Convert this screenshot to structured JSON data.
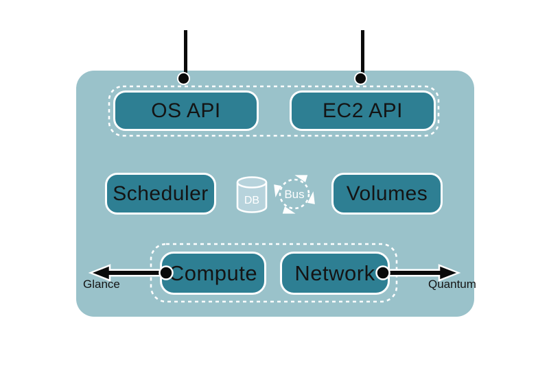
{
  "colors": {
    "canvas": "#ffffff",
    "container_bg": "#9ac2ca",
    "node_bg": "#2e7f93",
    "node_border": "#ffffff",
    "node_text": "#141414",
    "db_fill": "#b7d3dc",
    "line_black": "#0a0a0a"
  },
  "diagram": {
    "api_group": {
      "boxes": [
        {
          "label": "OS API"
        },
        {
          "label": "EC2 API"
        }
      ]
    },
    "middle_row": {
      "scheduler_label": "Scheduler",
      "db_icon_label": "DB",
      "bus_icon_label": "Bus",
      "volumes_label": "Volumes"
    },
    "service_group": {
      "boxes": [
        {
          "label": "Compute"
        },
        {
          "label": "Network"
        }
      ]
    },
    "external_links": {
      "left_label": "Glance",
      "right_label": "Quantum"
    }
  }
}
